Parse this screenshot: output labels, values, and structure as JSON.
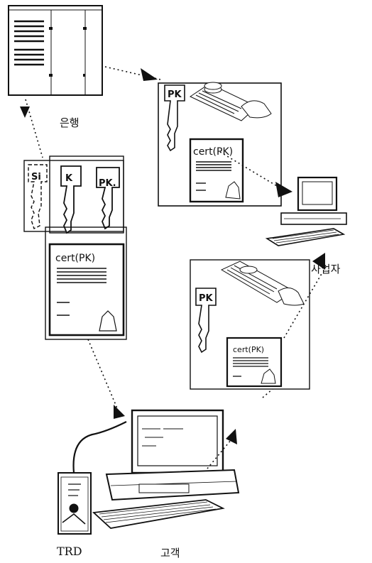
{
  "labels": {
    "bank": "은행",
    "merchant": "사업자",
    "customer": "고객",
    "trd": "TRD"
  },
  "keys": {
    "si": "Si",
    "k": "K",
    "pk": "PK",
    "pk_dot": "PK."
  },
  "certificate": {
    "text": "cert(PK)"
  },
  "colors": {
    "ink": "#111111",
    "paper": "#ffffff"
  }
}
